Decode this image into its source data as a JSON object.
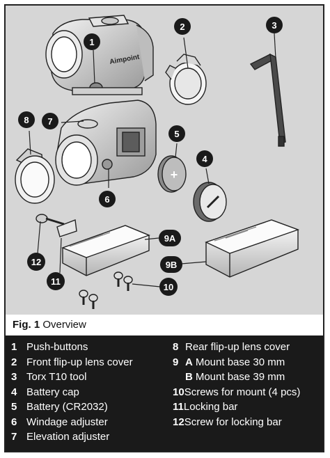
{
  "caption": {
    "fig": "Fig. 1",
    "title": "Overview"
  },
  "brand": "Aimpoint",
  "callouts": [
    "1",
    "2",
    "3",
    "4",
    "5",
    "6",
    "7",
    "8",
    "9A",
    "9B",
    "10",
    "11",
    "12"
  ],
  "legend_left": [
    {
      "num": "1",
      "text": "Push-buttons"
    },
    {
      "num": "2",
      "text": "Front flip-up lens cover"
    },
    {
      "num": "3",
      "text": "Torx T10 tool"
    },
    {
      "num": "4",
      "text": "Battery cap"
    },
    {
      "num": "5",
      "text": "Battery (CR2032)"
    },
    {
      "num": "6",
      "text": "Windage adjuster"
    },
    {
      "num": "7",
      "text": "Elevation adjuster"
    }
  ],
  "legend_right": [
    {
      "num": "8",
      "sub": "",
      "text": "Rear flip-up lens cover"
    },
    {
      "num": "9",
      "sub": "A",
      "text": "Mount base 30 mm"
    },
    {
      "num": "",
      "sub": "B",
      "text": "Mount base 39 mm"
    },
    {
      "num": "10",
      "sub": "",
      "text": "Screws for mount (4 pcs)"
    },
    {
      "num": "11",
      "sub": "",
      "text": "Locking bar"
    },
    {
      "num": "12",
      "sub": "",
      "text": "Screw for locking bar"
    }
  ]
}
